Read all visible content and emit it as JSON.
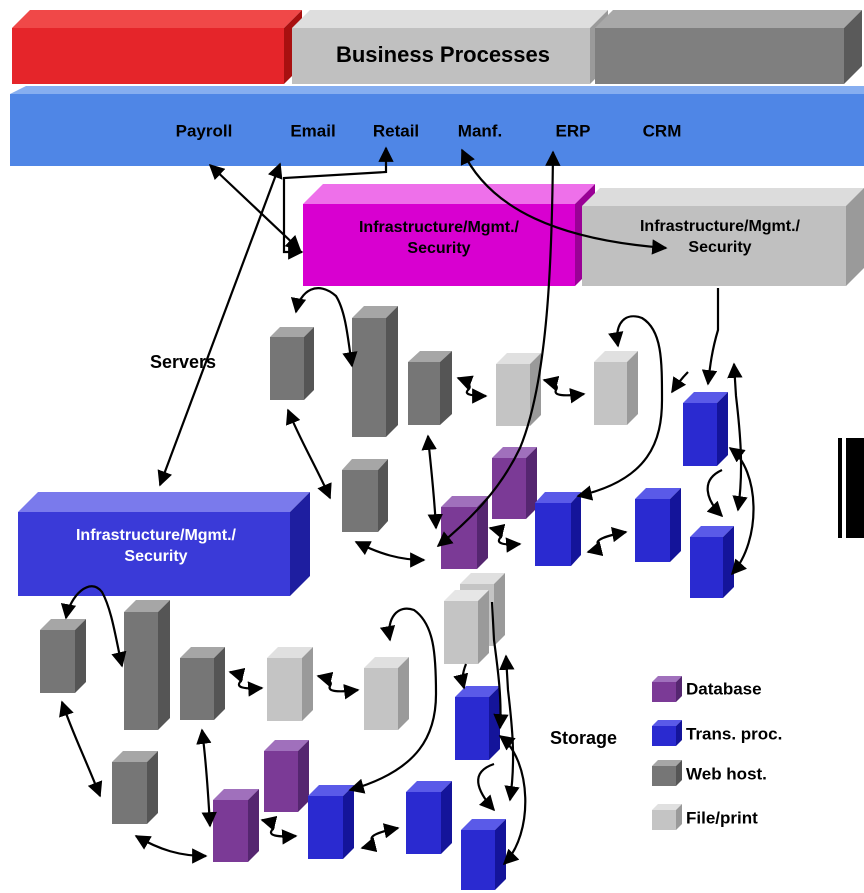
{
  "header": {
    "business_processes": "Business Processes"
  },
  "applications": {
    "payroll": "Payroll",
    "email": "Email",
    "retail": "Retail",
    "manf": "Manf.",
    "erp": "ERP",
    "crm": "CRM"
  },
  "infra": {
    "magenta_line1": "Infrastructure/Mgmt./",
    "magenta_line2": "Security",
    "grey_line1": "Infrastructure/Mgmt./",
    "grey_line2": "Security",
    "blue_line1": "Infrastructure/Mgmt./",
    "blue_line2": "Security"
  },
  "labels": {
    "servers": "Servers",
    "storage": "Storage"
  },
  "legend": {
    "database": "Database",
    "trans_proc": "Trans. proc.",
    "web_host": "Web host.",
    "file_print": "File/print"
  },
  "colors": {
    "red": "#e5252a",
    "light_grey": "#c0c0c0",
    "dark_grey": "#7f7f7f",
    "app_blue": "#4f86e6",
    "magenta": "#d800d0",
    "indigo": "#3a3ad8",
    "database": "#7b3a96",
    "trans_proc": "#2a2ad0",
    "web_host": "#767676",
    "file_print": "#c4c4c4"
  }
}
